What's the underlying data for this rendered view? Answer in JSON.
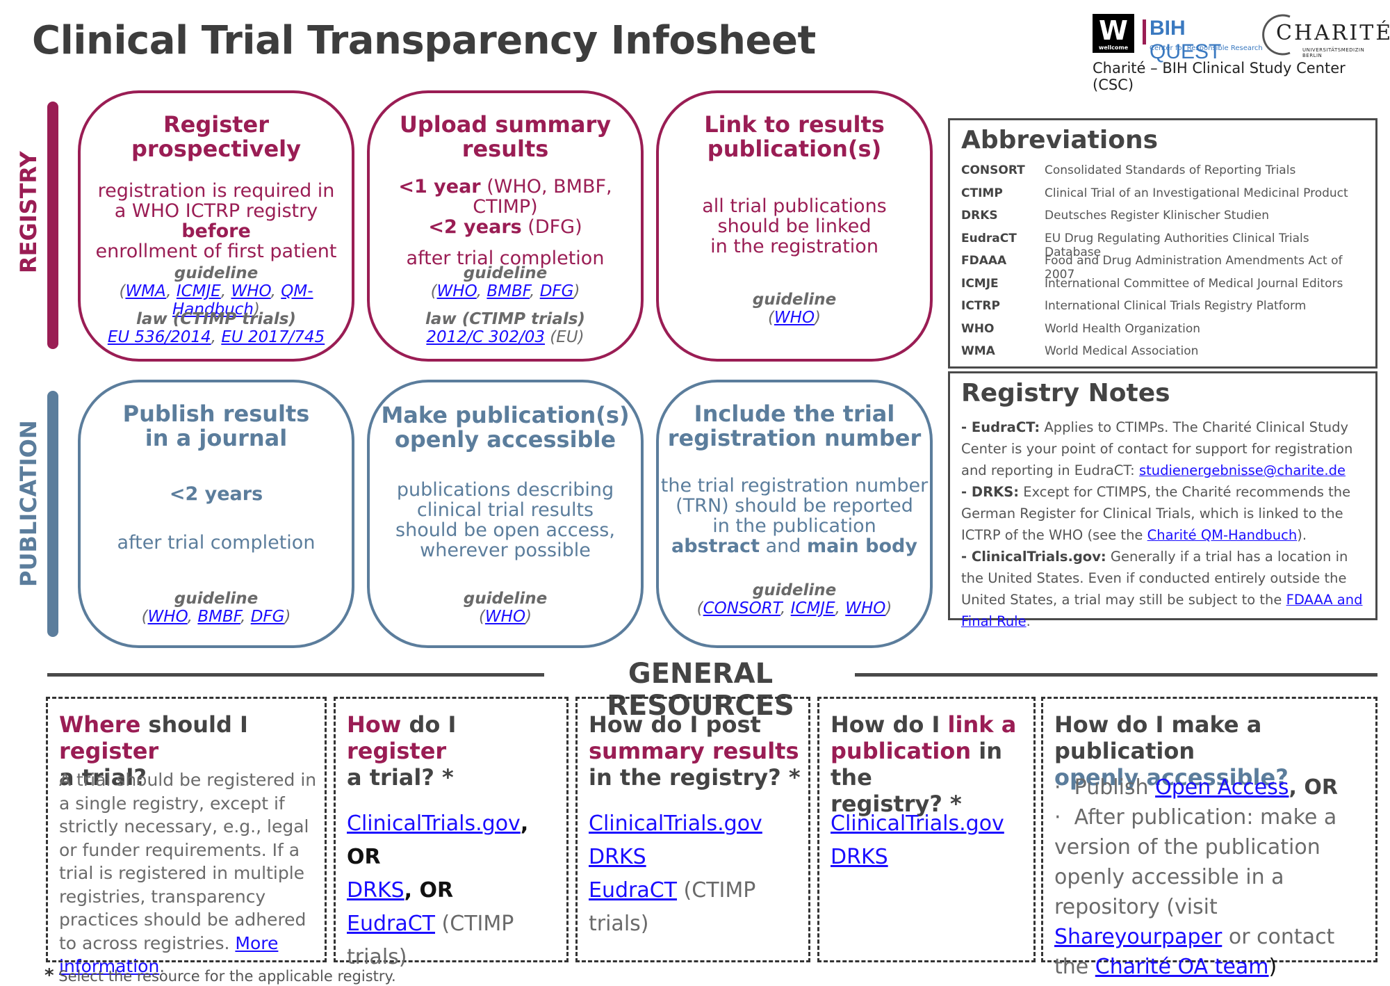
{
  "title": "Clinical Trial Transparency Infosheet",
  "logos": {
    "wellcome_mark": "W",
    "wellcome_text": "wellcome",
    "bih_name_bold": "BIH",
    "bih_name": "QUEST",
    "bih_sub": "Center for Responsible Research",
    "charite_name": "CHARITÉ",
    "charite_sub": "UNIVERSITÄTSMEDIZIN BERLIN"
  },
  "csc": "Charité – BIH Clinical Study Center (CSC)",
  "colors": {
    "registry": "#9a1d54",
    "publication": "#5b7d9c",
    "link": "#1a0dff"
  },
  "side_labels": {
    "registry": "REGISTRY",
    "publication": "PUBLICATION"
  },
  "cards": {
    "register": {
      "title_l1": "Register",
      "title_l2": "prospectively",
      "body_l1": "registration is required in",
      "body_l2a": "a WHO ICTRP registry ",
      "body_l2b": "before",
      "body_l3": "enrollment of first patient",
      "guideline": "guideline",
      "g_open": "(",
      "g_r1": "WMA",
      "g_s1": ", ",
      "g_r2": "ICMJE",
      "g_s2": ", ",
      "g_r3": "WHO",
      "g_s3": ", ",
      "g_r4": "QM-Handbuch",
      "g_close": ")",
      "law": "law (CTIMP trials)",
      "law_r1": "EU 536/2014",
      "law_s1": ", ",
      "law_r2": "EU 2017/745"
    },
    "upload": {
      "title_l1": "Upload summary",
      "title_l2": "results",
      "l1a": "<1 year",
      "l1b": " (WHO, BMBF, CTIMP)",
      "l2a": "<2 years",
      "l2b": " (DFG)",
      "after": "after trial completion",
      "guideline": "guideline",
      "g_open": "(",
      "g_r1": "WHO",
      "g_s1": ", ",
      "g_r2": "BMBF",
      "g_s2": ", ",
      "g_r3": "DFG",
      "g_close": ")",
      "law": "law (CTIMP trials)",
      "law_r1": "2012/C 302/03",
      "law_tail": " (EU)"
    },
    "link": {
      "title_l1": "Link to results",
      "title_l2": "publication(s)",
      "body_l1": "all trial publications",
      "body_l2": "should be linked",
      "body_l3": "in the registration",
      "guideline": "guideline",
      "g_open": "(",
      "g_r1": "WHO",
      "g_close": ")"
    },
    "journal": {
      "title_l1": "Publish results",
      "title_l2": "in a journal",
      "years": "<2 years",
      "after": "after trial completion",
      "guideline": "guideline",
      "g_open": "(",
      "g_r1": "WHO",
      "g_s1": ", ",
      "g_r2": "BMBF",
      "g_s2": ", ",
      "g_r3": "DFG",
      "g_close": ")"
    },
    "open": {
      "title_l1": "Make publication(s)",
      "title_l2": "openly accessible",
      "body_l1": "publications describing",
      "body_l2": "clinical trial results",
      "body_l3": "should be open access,",
      "body_l4": "wherever possible",
      "guideline": "guideline",
      "g_open": "(",
      "g_r1": "WHO",
      "g_close": ")"
    },
    "trn": {
      "title_l1": "Include the trial",
      "title_l2": "registration number",
      "body_l1": "the trial registration number",
      "body_l2": "(TRN) should be reported",
      "body_l3": "in the publication",
      "body_l4a": "abstract",
      "body_l4b": " and ",
      "body_l4c": "main body",
      "guideline": "guideline",
      "g_open": "(",
      "g_r1": "CONSORT",
      "g_s1": ", ",
      "g_r2": "ICMJE",
      "g_s2": ", ",
      "g_r3": "WHO",
      "g_close": ")"
    }
  },
  "abbreviations": {
    "heading": "Abbreviations",
    "items": [
      {
        "abbr": "CONSORT",
        "full": "Consolidated Standards of Reporting Trials"
      },
      {
        "abbr": "CTIMP",
        "full": "Clinical Trial of an Investigational Medicinal Product"
      },
      {
        "abbr": "DRKS",
        "full": "Deutsches Register Klinischer Studien"
      },
      {
        "abbr": "EudraCT",
        "full": "EU Drug Regulating Authorities Clinical Trials Database"
      },
      {
        "abbr": "FDAAA",
        "full": "Food and Drug Administration Amendments Act of 2007"
      },
      {
        "abbr": "ICMJE",
        "full": "International Committee of Medical Journal Editors"
      },
      {
        "abbr": "ICTRP",
        "full": "International Clinical Trials Registry Platform"
      },
      {
        "abbr": "WHO",
        "full": "World Health Organization"
      },
      {
        "abbr": "WMA",
        "full": "World Medical Association"
      }
    ]
  },
  "notes": {
    "heading": "Registry Notes",
    "eudract_k": "- EudraCT:",
    "eudract_t": " Applies to CTIMPs. The Charité Clinical Study Center is your point of contact for support for registration and reporting in EudraCT: ",
    "eudract_link": "studienergebnisse@charite.de",
    "drks_k": "- DRKS:",
    "drks_t": " Except for CTIMPS, the Charité recommends the German Register for Clinical Trials, which is linked to the ICTRP of the WHO (see the ",
    "drks_link": "Charité QM-Handbuch",
    "drks_end": ").",
    "ctg_k": "- ClinicalTrials.gov:",
    "ctg_t": " Generally if a trial has a location in the United States. Even if conducted entirely outside the United States, a trial may still be subject to the ",
    "ctg_link": "FDAAA and Final Rule",
    "ctg_end": "."
  },
  "resources": {
    "heading": "GENERAL RESOURCES",
    "where": {
      "q_m1": "Where",
      "q_t1": " should I ",
      "q_m2": "register",
      "q_t2": "a trial?",
      "body": "A trial should be registered in a single registry, except if strictly necessary, e.g., legal or funder requirements. If a trial is registered in multiple registries, transparency practices should be adhered to across registries. ",
      "more": "More information",
      "end": "."
    },
    "how_register": {
      "q_m1": "How",
      "q_t1": " do I ",
      "q_m2": "register",
      "q_t2": "a trial? *",
      "l1": "ClinicalTrials.gov",
      "l1b": ", OR",
      "l2": "DRKS",
      "l2b": ", OR",
      "l3": "EudraCT",
      "l3b": " (CTIMP trials)"
    },
    "how_post": {
      "q_t1": "How do I post",
      "q_m1": "summary results",
      "q_t2": "in the registry? *",
      "l1": "ClinicalTrials.gov",
      "l2": "DRKS",
      "l3": "EudraCT",
      "l3b": " (CTIMP trials)"
    },
    "how_link": {
      "q_t1": "How do I ",
      "q_m1": "link a",
      "q_m2": "publication",
      "q_t2": " in the",
      "q_t3": "registry? *",
      "l1": "ClinicalTrials.gov",
      "l2": "DRKS"
    },
    "how_oa": {
      "q_t1": "How do I make a publication",
      "q_s1": "openly accessible?",
      "b1_bullet": "·",
      "b1_t": "Publish ",
      "b1_link": "Open Access",
      "b1_end": ", OR",
      "b2_bullet": "·",
      "b2_t": "After publication: make a version of the publication openly accessible in a repository (visit ",
      "b2_link1": "Shareyourpaper",
      "b2_mid": " or contact the ",
      "b2_link2": "Charité OA team",
      "b2_end": ")"
    }
  },
  "footnote": {
    "star": "*",
    "text": " Select the resource for the applicable registry."
  }
}
